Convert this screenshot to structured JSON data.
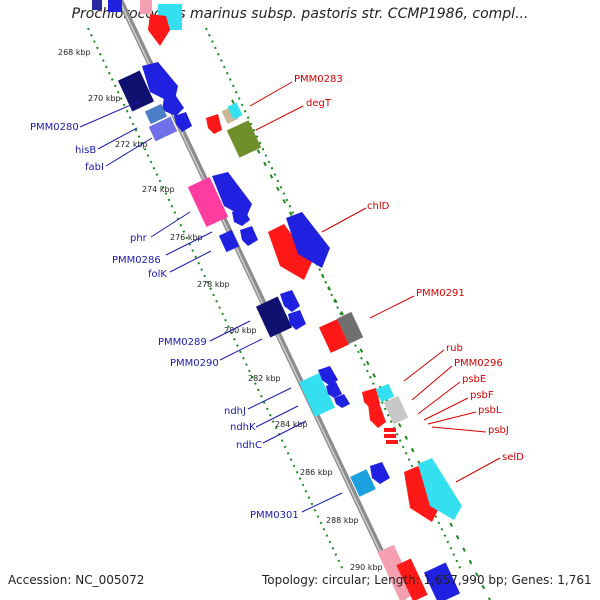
{
  "title": "Prochlorococcus marinus subsp. pastoris str. CCMP1986, compl...",
  "footer": {
    "accession": "Accession: NC_005072",
    "summary": "Topology: circular; Length: 1,657,990 bp; Genes: 1,761"
  },
  "kbp_ticks": [
    "268 kbp",
    "270 kbp",
    "272 kbp",
    "274 kbp",
    "276 kbp",
    "278 kbp",
    "280 kbp",
    "282 kbp",
    "284 kbp",
    "286 kbp",
    "288 kbp",
    "290 kbp"
  ],
  "left_labels": [
    "PMM0280",
    "hisB",
    "fabI",
    "phr",
    "PMM0286",
    "folK",
    "PMM0289",
    "PMM0290",
    "ndhJ",
    "ndhK",
    "ndhC",
    "PMM0301"
  ],
  "right_labels": [
    "PMM0283",
    "degT",
    "chlD",
    "PMM0291",
    "rub",
    "PMM0296",
    "psbE",
    "psbF",
    "psbL",
    "psbJ",
    "selD"
  ],
  "colors": {
    "label_left": "#1a1ab0",
    "label_right": "#d40000",
    "backbone": "#8c8c8c",
    "tick_dots": "#1b8a1b"
  }
}
